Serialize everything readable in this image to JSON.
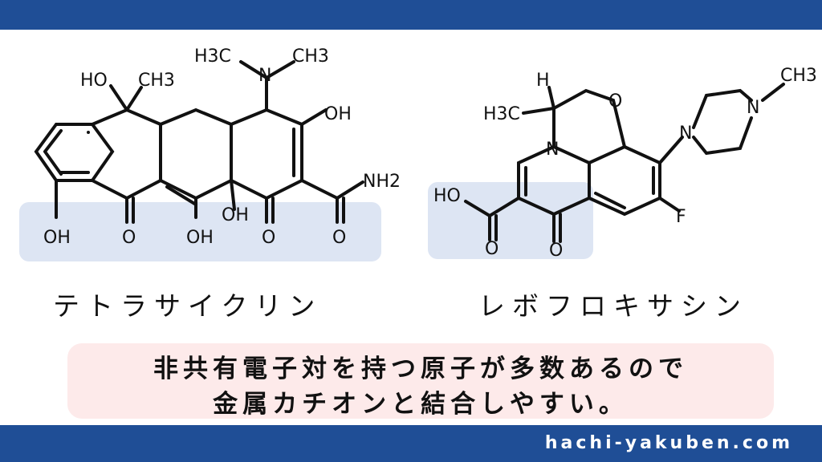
{
  "colors": {
    "brand_blue": "#1f4e96",
    "highlight_blue": "#dde5f3",
    "note_pink": "#fdeaea"
  },
  "molecule_left": {
    "name": "テトラサイクリン",
    "labels": {
      "ho_top": "HO",
      "ch3_top": "CH3",
      "h3c_n": "H3C",
      "n": "N",
      "ch3_n": "CH3",
      "oh_right": "OH",
      "nh2": "NH2",
      "oh_ring": "OH",
      "oh_bottom_1": "OH",
      "o_bottom_1": "O",
      "oh_bottom_2": "OH",
      "o_bottom_2": "O",
      "o_amide": "O"
    }
  },
  "molecule_right": {
    "name": "レボフロキサシン",
    "labels": {
      "h": "H",
      "h3c": "H3C",
      "o_ring": "O",
      "n_ring": "N",
      "n_pip": "N",
      "n_methyl": "N",
      "ch3": "CH3",
      "ho": "HO",
      "f": "F",
      "o_acid": "O",
      "o_keto": "O"
    }
  },
  "note": {
    "line1": "非共有電子対を持つ原子が多数あるので",
    "line2": "金属カチオンと結合しやすい。"
  },
  "footer": {
    "site": "hachi-yakuben.com"
  }
}
